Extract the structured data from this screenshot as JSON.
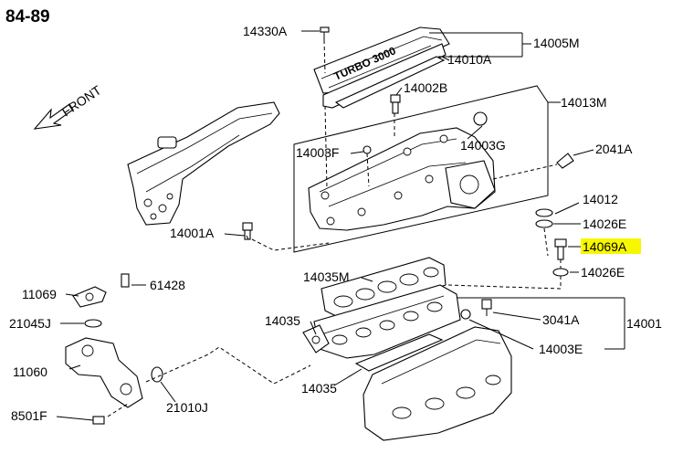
{
  "title": "84-89",
  "front_label": "FRONT",
  "cover_text": "TURBO 3000",
  "highlight_color": "#f7f700",
  "parts": {
    "p14330A": "14330A",
    "p14005M": "14005M",
    "p14010A": "14010A",
    "p14002B": "14002B",
    "p14013M": "14013M",
    "p14003F": "14003F",
    "p14003G": "14003G",
    "p2041A": "2041A",
    "p14012": "14012",
    "p14026E_top": "14026E",
    "p14001A": "14001A",
    "p14069A": "14069A",
    "p14026E_bot": "14026E",
    "p14035M": "14035M",
    "p11069": "11069",
    "p61428": "61428",
    "p14035_left": "14035",
    "p3041A": "3041A",
    "p14001": "14001",
    "p21045J": "21045J",
    "p14003E": "14003E",
    "p11060": "11060",
    "p21010J": "21010J",
    "p14035_bot": "14035",
    "p8501F": "8501F"
  }
}
